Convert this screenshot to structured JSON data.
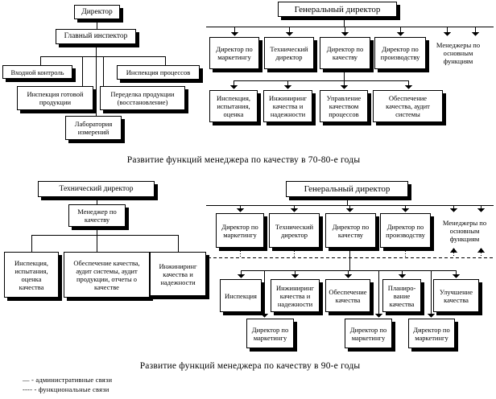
{
  "colors": {
    "ink": "#000000",
    "paper": "#ffffff"
  },
  "chart_7080_left": {
    "director": "Директор",
    "chief_inspector": "Главный инспектор",
    "incoming_control": "Входной контроль",
    "process_inspection": "Инспекция процессов",
    "finished_goods_inspection": "Инспекция готовой\nпродукции",
    "product_rework": "Переделка продукции\n(восстановление)",
    "measurement_lab": "Лаборатория\nизмерений"
  },
  "chart_7080_right": {
    "general_director": "Генеральный директор",
    "marketing_director": "Директор по\nмаркетингу",
    "technical_director": "Технический\nдиректор",
    "quality_director": "Директор по\nкачеству",
    "production_director": "Директор по\nпроизводству",
    "function_managers": "Менеджеры по\nосновным\nфункциям",
    "inspection_testing": "Инспекция,\nиспытания,\nоценка",
    "quality_engineering": "Инжиниринг\nкачества и\nнадежности",
    "process_quality": "Управление\nкачеством\nпроцессов",
    "quality_assurance": "Обеспечение\nкачества, аудит\nсистемы"
  },
  "caption_7080": "Развитие функций менеджера по качеству в 70-80-е годы",
  "chart_90_left": {
    "technical_director": "Технический директор",
    "quality_manager": "Менеджер по\nкачеству",
    "inspection_testing": "Инспекция,\nиспытания,\nоценка\nкачества",
    "quality_assurance": "Обеспечение качества,\nаудит системы, аудит\nпродукции, отчеты о\nкачестве",
    "quality_engineering": "Инжиниринг\nкачества и\nнадежности"
  },
  "chart_90_right": {
    "general_director": "Генеральный директор",
    "marketing_director": "Директор по\nмаркетингу",
    "technical_director": "Технический\nдиректор",
    "quality_director": "Директор по\nкачеству",
    "production_director": "Директор по\nпроизводству",
    "function_managers": "Менеджеры по\nосновным\nфункциям",
    "inspection": "Инспекция",
    "quality_engineering": "Инжиниринг\nкачества и\nнадежности",
    "quality_assurance": "Обеспечение\nкачества",
    "quality_planning": "Планиро-\nвание\nкачества",
    "quality_improvement": "Улучшение\nкачества",
    "marketing_director_1": "Директор по\nмаркетингу",
    "marketing_director_2": "Директор по\nмаркетингу",
    "marketing_director_3": "Директор по\nмаркетингу"
  },
  "caption_90": "Развитие функций менеджера по качеству в 90-е годы",
  "legend": {
    "administrative": "— - административные связи",
    "functional": "---- - функциональные связи"
  }
}
